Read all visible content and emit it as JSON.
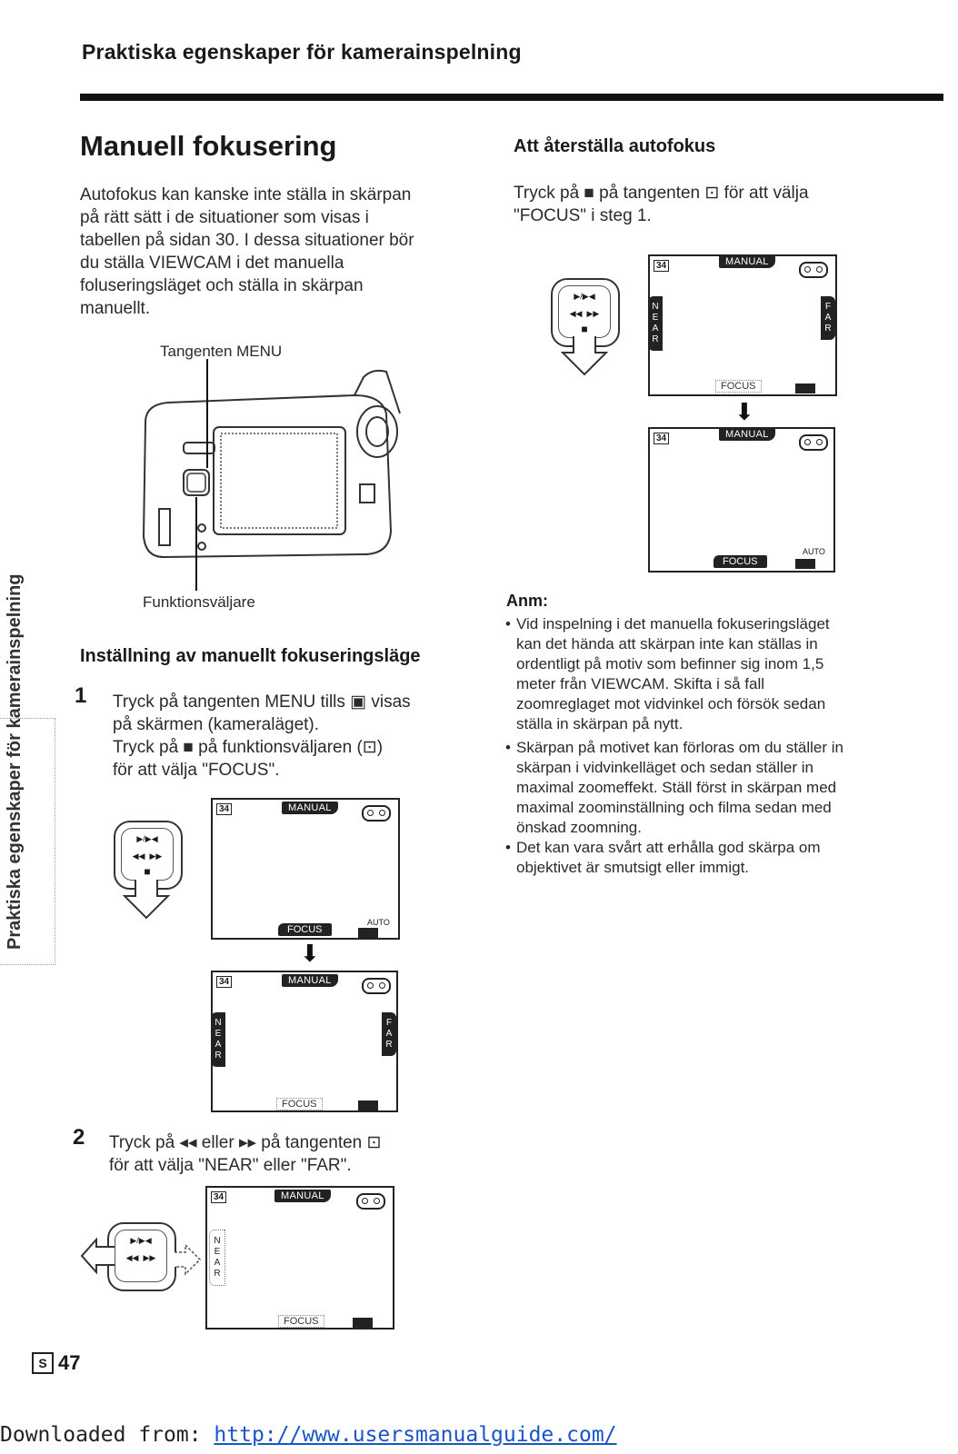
{
  "header_title": "Praktiska egenskaper för kamerainspelning",
  "left": {
    "title": "Manuell fokusering",
    "intro": [
      "Autofokus kan kanske inte ställa in skärpan",
      "på rätt sätt i de situationer som visas i",
      "tabellen på sidan 30. I dessa situationer bör",
      "du ställa VIEWCAM i det manuella",
      "foluseringsläget och ställa in skärpan",
      "manuellt."
    ],
    "label_menu": "Tangenten MENU",
    "label_selector": "Funktionsväljare",
    "section_title": "Inställning av manuellt fokuseringsläge",
    "step1_num": "1",
    "step1": [
      "Tryck på tangenten MENU tills ▣ visas",
      "på skärmen (kameraläget).",
      "Tryck på ■ på funktionsväljaren (⊡)",
      "för att välja \"FOCUS\"."
    ],
    "step2_num": "2",
    "step2": [
      "Tryck på ◂◂ eller ▸▸ på tangenten ⊡",
      "för att välja \"NEAR\" eller \"FAR\"."
    ]
  },
  "right": {
    "title": "Att återställa autofokus",
    "text": [
      "Tryck på ■ på tangenten ⊡ för att välja",
      "\"FOCUS\" i steg 1."
    ],
    "note_title": "Anm:",
    "notes": [
      [
        "Vid inspelning i det manuella fokuseringsläget",
        "kan det hända att skärpan inte kan ställas in",
        "ordentligt på motiv som befinner sig inom 1,5",
        "meter från VIEWCAM. Skifta i så fall",
        "zoomreglaget mot vidvinkel och försök sedan",
        "ställa in skärpan på nytt."
      ],
      [
        "Skärpan på motivet kan förloras om du ställer in",
        "skärpan i vidvinkelläget och sedan ställer in",
        "maximal zoomeffekt. Ställ först in skärpan med",
        "maximal zoominställning och filma sedan med",
        "önskad zoomning."
      ],
      [
        "Det kan vara svårt att erhålla god skärpa om",
        "objektivet är smutsigt eller immigt."
      ]
    ]
  },
  "lcd": {
    "manual": "MANUAL",
    "focus": "FOCUS",
    "auto": "AUTO",
    "near": "NEAR",
    "far": "FAR",
    "camera_icon": "34",
    "dial_top": "▶/▶◀",
    "dial_left": "◀◀",
    "dial_right": "▶▶"
  },
  "sidebar_tab": "Praktiska egenskaper för kamerainspelning",
  "page_number": "47",
  "page_lang_icon": "S",
  "footer_prefix": "Downloaded from: ",
  "footer_link": "http://www.usersmanualguide.com/"
}
